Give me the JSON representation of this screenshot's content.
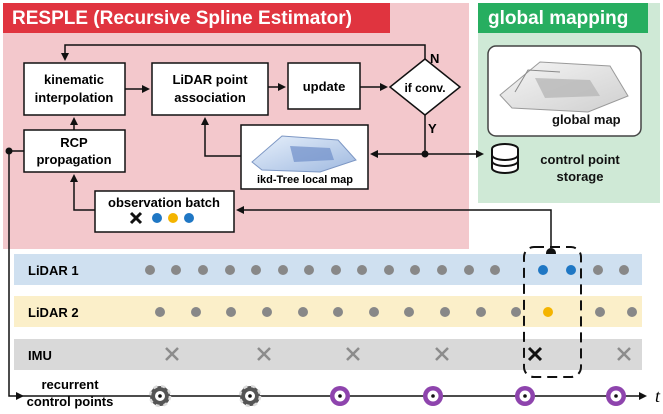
{
  "resple": {
    "title": "RESPLE (Recursive Spline Estimator)",
    "kinematic": [
      "kinematic",
      "interpolation"
    ],
    "lidar_assoc": [
      "LiDAR point",
      "association"
    ],
    "update": "update",
    "if_conv": "if conv.",
    "n_label": "N",
    "y_label": "Y",
    "rcp": [
      "RCP",
      "propagation"
    ],
    "ikd": "ikd-Tree local map",
    "obs": "observation batch"
  },
  "global": {
    "title": "global mapping",
    "map_label": "global map",
    "storage": [
      "control point",
      "storage"
    ]
  },
  "sensors": [
    {
      "name": "LiDAR 1",
      "color": "#cfe0f0"
    },
    {
      "name": "LiDAR 2",
      "color": "#fbefc9"
    },
    {
      "name": "IMU",
      "color": "#d9d9d9"
    }
  ],
  "recurrent": [
    "recurrent",
    "control points"
  ],
  "time_label": "t",
  "colors": {
    "resple_bg": "#f3c8cc",
    "resple_title_bg": "#e0343f",
    "global_bg": "#cfe9d6",
    "global_title_bg": "#27ae60",
    "blue": "#1f77c4",
    "yellow": "#f4b400",
    "purple": "#8e44ad"
  }
}
